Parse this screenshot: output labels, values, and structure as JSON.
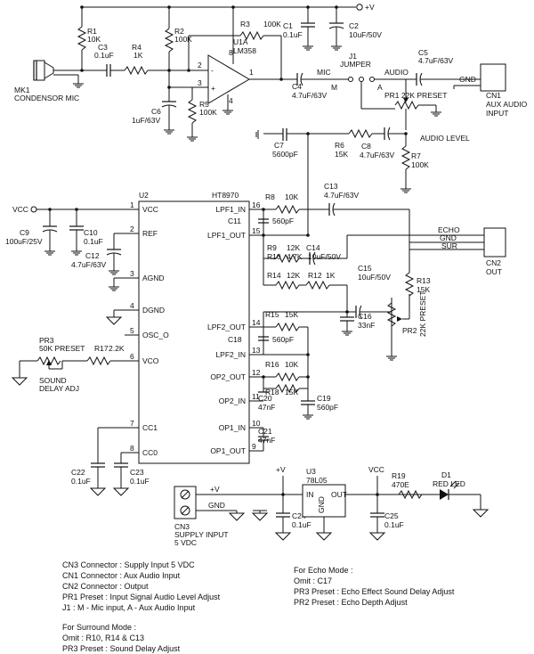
{
  "supply": {
    "vplus": "+V",
    "vcc": "VCC"
  },
  "mic": {
    "ref": "MK1",
    "name": "CONDENSOR MIC"
  },
  "resistors": {
    "r1": [
      "R1",
      "10K"
    ],
    "r2": [
      "R2",
      "100K"
    ],
    "r3": [
      "R3",
      "100K"
    ],
    "r4": [
      "R4",
      "1K"
    ],
    "r5": [
      "R5",
      "100K"
    ],
    "r6": [
      "R6",
      "15K"
    ],
    "r7": [
      "R7",
      "100K"
    ],
    "r8": [
      "R8",
      "10K"
    ],
    "r9": [
      "R9",
      "12K"
    ],
    "r10": [
      "R10",
      "4.7K"
    ],
    "r12": [
      "R12",
      "1K"
    ],
    "r13": [
      "R13",
      "15K"
    ],
    "r14": [
      "R14",
      "12K"
    ],
    "r15": [
      "R15",
      "15K"
    ],
    "r16": [
      "R16",
      "10K"
    ],
    "r18": [
      "R18",
      "15K"
    ],
    "r17": [
      "R17",
      "2.2K"
    ],
    "r19": [
      "R19",
      "470E"
    ]
  },
  "capacitors": {
    "c1": [
      "C1",
      "0.1uF"
    ],
    "c2": [
      "C2",
      "10uF/50V"
    ],
    "c3": [
      "C3",
      "0.1uF"
    ],
    "c4": [
      "C4",
      "4.7uF/63V"
    ],
    "c5": [
      "C5",
      "4.7uF/63V"
    ],
    "c6": [
      "C6",
      "1uF/63V"
    ],
    "c7": [
      "C7",
      "5600pF"
    ],
    "c8": [
      "C8",
      "4.7uF/63V"
    ],
    "c9": [
      "C9",
      "100uF/25V"
    ],
    "c10": [
      "C10",
      "0.1uF"
    ],
    "c11": [
      "C11",
      "560pF"
    ],
    "c12": [
      "C12",
      "4.7uF/63V"
    ],
    "c13": [
      "C13",
      "4.7uF/63V"
    ],
    "c14": [
      "C14",
      "10uF/50V"
    ],
    "c15": [
      "C15",
      "10uF/50V"
    ],
    "c16": [
      "C16",
      "33nF"
    ],
    "c18": [
      "C18",
      "560pF"
    ],
    "c19": [
      "C19",
      "560pF"
    ],
    "c20": [
      "C20",
      "47nF"
    ],
    "c21": [
      "C21",
      "47nF"
    ],
    "c22": [
      "C22",
      "0.1uF"
    ],
    "c23": [
      "C23",
      "0.1uF"
    ],
    "c24": [
      "C24",
      "0.1uF"
    ],
    "c25": [
      "C25",
      "0.1uF"
    ]
  },
  "opamp": {
    "ref": "U1A",
    "part": "LM358",
    "pin_plus": "+",
    "pin_minus": "-",
    "pins": [
      "3",
      "2",
      "1",
      "8",
      "4"
    ]
  },
  "jumper": {
    "ref": "J1",
    "name": "JUMPER",
    "mic": "MIC",
    "audio": "AUDIO",
    "m": "M",
    "a": "A"
  },
  "presets": {
    "pr1": "PR1 22K PRESET",
    "pr2": "PR2",
    "pr2_value": "22K PRESET",
    "pr3": "PR3",
    "pr3_value": "50K PRESET",
    "audio_level": "AUDIO LEVEL",
    "sound_delay": "SOUND",
    "sound_delay2": "DELAY ADJ"
  },
  "ic": {
    "ref": "U2",
    "part": "HT8970",
    "left_pins": [
      {
        "num": "1",
        "name": "VCC"
      },
      {
        "num": "2",
        "name": "REF"
      },
      {
        "num": "3",
        "name": "AGND"
      },
      {
        "num": "4",
        "name": "DGND"
      },
      {
        "num": "5",
        "name": "OSC_O"
      },
      {
        "num": "6",
        "name": "VCO"
      },
      {
        "num": "7",
        "name": "CC1"
      },
      {
        "num": "8",
        "name": "CC0"
      }
    ],
    "right_pins": [
      {
        "num": "16",
        "name": "LPF1_IN"
      },
      {
        "num": "15",
        "name": "LPF1_OUT"
      },
      {
        "num": "14",
        "name": "LPF2_OUT"
      },
      {
        "num": "13",
        "name": "LPF2_IN"
      },
      {
        "num": "12",
        "name": "OP2_OUT"
      },
      {
        "num": "11",
        "name": "OP2_IN"
      },
      {
        "num": "10",
        "name": "OP1_IN"
      },
      {
        "num": "9",
        "name": "OP1_OUT"
      }
    ]
  },
  "connectors": {
    "cn1": "CN1",
    "cn1_name1": "AUX AUDIO",
    "cn1_name2": "INPUT",
    "cn1_gnd": "GND",
    "cn2": "CN2",
    "cn2_name": "OUT",
    "echo": "ECHO",
    "gnd": "GND",
    "sur": "SUR",
    "cn3": "CN3",
    "cn3_name1": "SUPPLY INPUT",
    "cn3_name2": "5 VDC",
    "cn3_gnd": "GND"
  },
  "regulator": {
    "ref": "U3",
    "part": "78L05",
    "in": "IN",
    "out": "OUT",
    "gnd": "GND"
  },
  "led": {
    "ref": "D1",
    "name": "RED LED"
  },
  "vcc_label": "VCC",
  "notes": {
    "left": [
      "CN3 Connector : Supply Input 5 VDC",
      "CN1 Connector : Aux Audio Input",
      "CN2 Connector : Output",
      "PR1 Preset : Input Signal Audio Level Adjust",
      "J1 : M - Mic input, A - Aux Audio Input"
    ],
    "echo_title": "For Echo Mode :",
    "echo": [
      "Omit : C17",
      "PR3 Preset : Echo Effect Sound Delay Adjust",
      "PR2 Preset : Echo Depth Adjust"
    ],
    "surround_title": "For Surround Mode :",
    "surround": [
      "Omit : R10, R14 & C13",
      "PR3 Preset : Sound Delay Adjust"
    ]
  }
}
